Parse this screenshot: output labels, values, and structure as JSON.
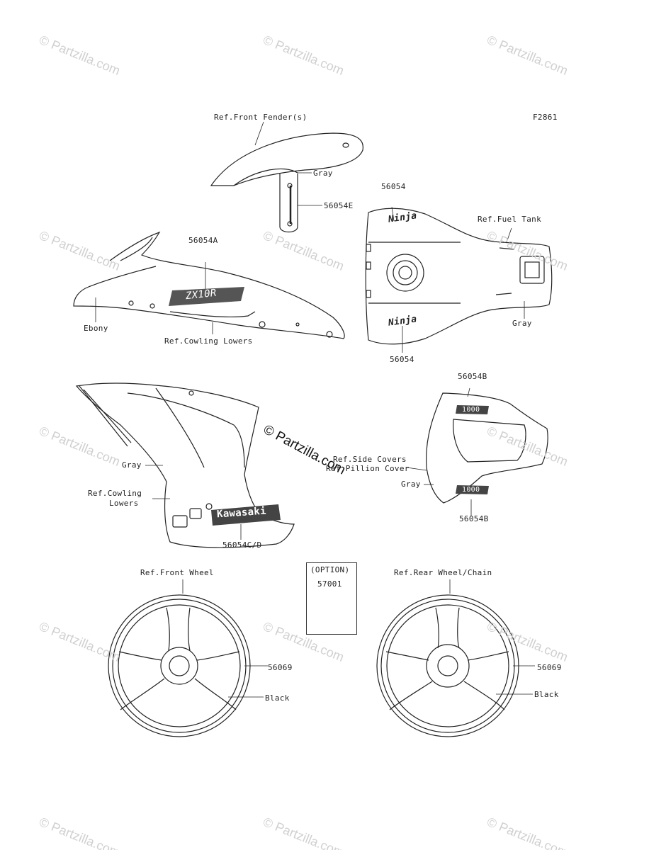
{
  "figure_code": "F2861",
  "watermark": "© Partzilla.com",
  "center_watermark": "© Partzilla.com",
  "labels": {
    "front_fender_ref": "Ref.Front Fender(s)",
    "fender_gray": "Gray",
    "fender_part": "56054E",
    "tank_part_top": "56054",
    "fuel_tank_ref": "Ref.Fuel Tank",
    "tank_gray": "Gray",
    "tank_part_bottom": "56054",
    "cowl_part": "56054A",
    "ebony": "Ebony",
    "cowling_lowers_ref": "Ref.Cowling Lowers",
    "side_part_top": "56054B",
    "side_covers_ref": "Ref.Side Covers",
    "pillion_cover_ref": "Ref.Pillion Cover",
    "side_gray": "Gray",
    "side_part_bottom": "56054B",
    "left_gray": "Gray",
    "left_cowling_ref_line1": "Ref.Cowling",
    "left_cowling_ref_line2": "Lowers",
    "kawasaki_part": "56054C/D",
    "option_title": "(OPTION)",
    "option_part": "57001",
    "front_wheel_ref": "Ref.Front Wheel",
    "front_wheel_part": "56069",
    "front_wheel_black": "Black",
    "rear_wheel_ref": "Ref.Rear Wheel/Chain",
    "rear_wheel_part": "56069",
    "rear_wheel_black": "Black"
  },
  "decal_text": {
    "cowl_logo": "ZX10R",
    "tank_logo": "Ninja",
    "side_logo": "1000",
    "fairing_logo": "Kawasaki"
  }
}
